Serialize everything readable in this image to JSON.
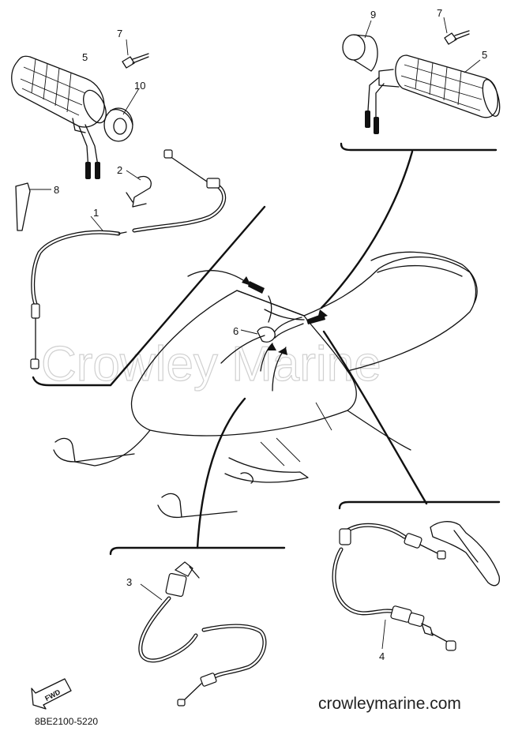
{
  "diagram": {
    "callouts": {
      "c1": "1",
      "c2": "2",
      "c3": "3",
      "c4": "4",
      "c5_left": "5",
      "c5_right": "5",
      "c6": "6",
      "c7_left": "7",
      "c7_right": "7",
      "c8": "8",
      "c9": "9",
      "c10": "10"
    },
    "watermark": "Crowley Marine",
    "fwd_label": "FWD",
    "footer": {
      "diagram_code": "8BE2100-5220",
      "site": "crowleymarine.com"
    }
  }
}
